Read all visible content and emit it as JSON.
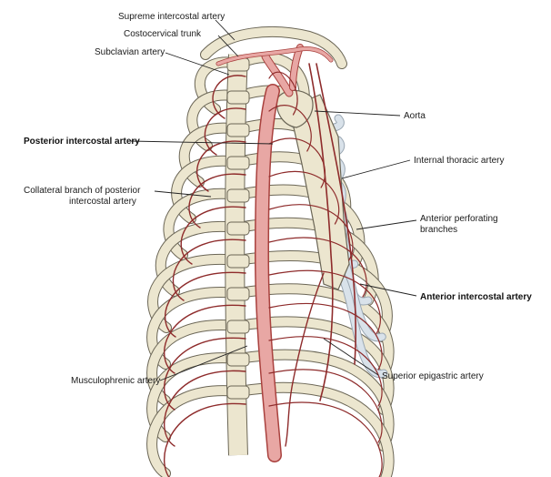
{
  "labels": {
    "supreme_intercostal": "Supreme intercostal artery",
    "costocervical": "Costocervical trunk",
    "subclavian": "Subclavian artery",
    "aorta": "Aorta",
    "posterior_intercostal": "Posterior intercostal artery",
    "internal_thoracic": "Internal thoracic artery",
    "collateral_line1": "Collateral branch of posterior",
    "collateral_line2": "intercostal artery",
    "anterior_perforating_line1": "Anterior perforating",
    "anterior_perforating_line2": "branches",
    "anterior_intercostal": "Anterior intercostal artery",
    "musculophrenic": "Musculophrenic artery",
    "superior_epigastric": "Superior epigastric artery"
  },
  "colors": {
    "bone": "#ece6cf",
    "bone_outline": "#6b6656",
    "cartilage": "#d9e2ea",
    "artery": "#e8a7a4",
    "artery_outline": "#a9413e",
    "small_artery": "#8e2b2b"
  }
}
